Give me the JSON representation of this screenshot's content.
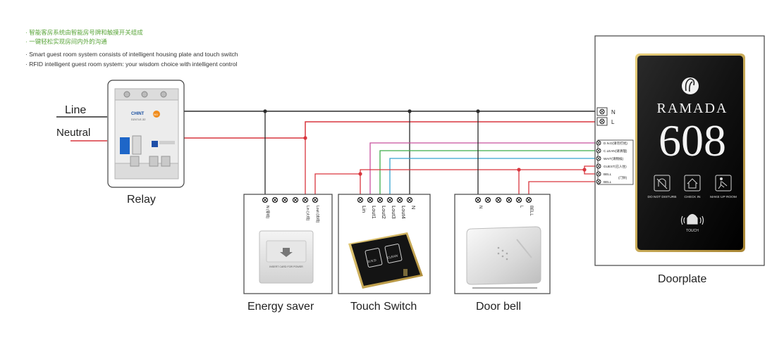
{
  "notes": {
    "cn": [
      "· 智能客房系统由智能房号牌和触摸开关组成",
      "· 一键轻松实现房间内外的沟通"
    ],
    "en": [
      "· Smart guest room system consists of intelligent housing plate and touch switch",
      "· RFID intelligent guest room system: your wisdom choice with intelligent control"
    ]
  },
  "mains": {
    "line_label": "Line",
    "neutral_label": "Neutral"
  },
  "relay": {
    "label": "Relay",
    "brand": "CHINT",
    "switch_text": "DZ47LE-32",
    "sticker": "NO"
  },
  "energy_saver": {
    "label": "Energy saver",
    "terminal_labels": [
      "N (零线)",
      "Lin (火线)",
      "Lout (出线)"
    ],
    "card_text": "INSERT CARD FOR POWER"
  },
  "touch_switch": {
    "label": "Touch Switch",
    "terminal_labels": [
      "Lin",
      "Lout1",
      "Lout2",
      "Lout3",
      "Lout4",
      "N"
    ],
    "buttons": [
      "D.N.D",
      "CLEAN"
    ]
  },
  "door_bell": {
    "label": "Door bell",
    "terminal_labels": [
      "N",
      "L",
      "BELL"
    ]
  },
  "doorplate": {
    "label": "Doorplate",
    "brand": "RAMADA",
    "room_number": "608",
    "power_terminals": [
      "N",
      "L"
    ],
    "signal_terminals": [
      "D.N.D(请勿打扰)",
      "C.LEAN(请清理)",
      "WAIT(请稍候)",
      "GUEST(已入住)",
      "BELL",
      "BELL"
    ],
    "bell_note": "(门铃)",
    "icons": [
      {
        "name": "do-not-disturb-icon",
        "label": "DO NOT DISTURB"
      },
      {
        "name": "check-in-icon",
        "label": "CHECK IN"
      },
      {
        "name": "make-up-room-icon",
        "label": "MAKE UP ROOM"
      }
    ],
    "touch_label": "TOUCH"
  },
  "colors": {
    "line_wire": "#2b2b2b",
    "neutral_wire": "#d9363e",
    "dnd_wire": "#c8519e",
    "clean_wire": "#3fae4a",
    "wait_wire": "#38a3d1",
    "gold_trim": "#c9a84b"
  }
}
